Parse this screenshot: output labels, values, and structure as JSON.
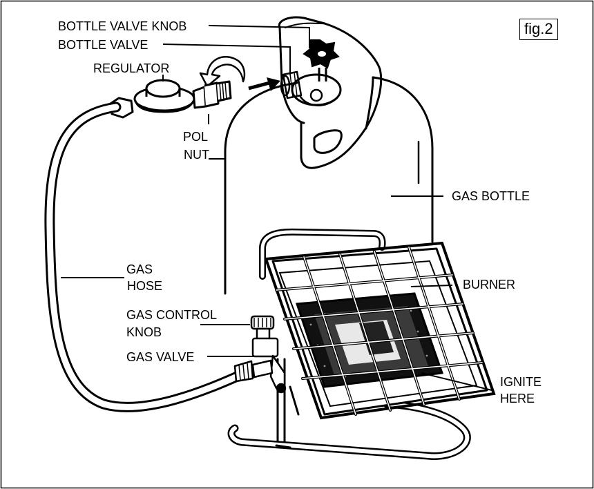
{
  "figure": {
    "tag": "fig.2"
  },
  "labels": {
    "bottle_valve_knob": "BOTTLE VALVE KNOB",
    "bottle_valve": "BOTTLE VALVE",
    "regulator": "REGULATOR",
    "pol_line1": "POL",
    "pol_line2": "NUT",
    "gas_bottle": "GAS BOTTLE",
    "gas_hose_line1": "GAS",
    "gas_hose_line2": "HOSE",
    "burner": "BURNER",
    "gas_control_line1": "GAS CONTROL",
    "gas_control_line2": "KNOB",
    "gas_valve": "GAS VALVE",
    "ignite_line1": "IGNITE",
    "ignite_line2": "HERE"
  }
}
